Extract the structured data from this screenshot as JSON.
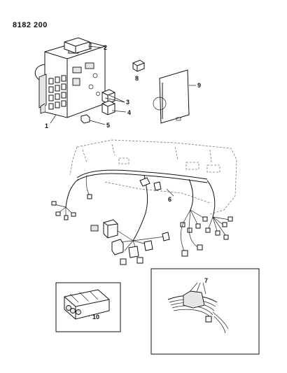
{
  "page_code": "8182 200",
  "callouts": {
    "c1": "1",
    "c2": "2",
    "c3": "3",
    "c4": "4",
    "c5": "5",
    "c6": "6",
    "c7": "7",
    "c8": "8",
    "c9": "9",
    "c10": "10"
  }
}
